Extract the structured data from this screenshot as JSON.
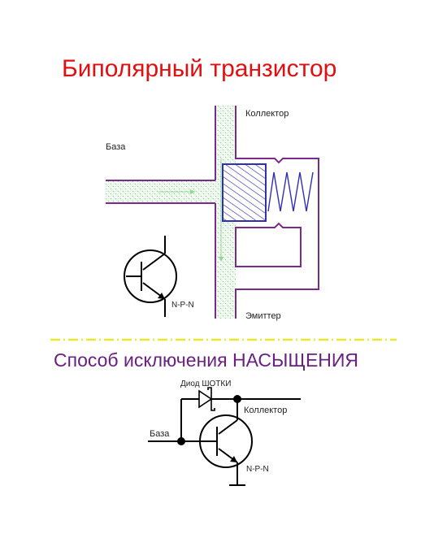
{
  "title": "Биполярный транзистор",
  "subtitle": "Способ исключения НАСЫЩЕНИЯ",
  "colors": {
    "title": "#e01010",
    "subtitle": "#6a2080",
    "outline": "#7a2a8a",
    "hatch_fill": "#8fd890",
    "divider": "#e8e830",
    "electron": "#3030b0"
  },
  "top_diagram": {
    "collector_label": "Коллектор",
    "base_label": "База",
    "emitter_label": "Эмиттер",
    "type_label": "N-P-N"
  },
  "bottom_diagram": {
    "diode_label": "Диод ШОТКИ",
    "collector_label": "Коллектор",
    "base_label": "База",
    "type_label": "N-P-N"
  }
}
